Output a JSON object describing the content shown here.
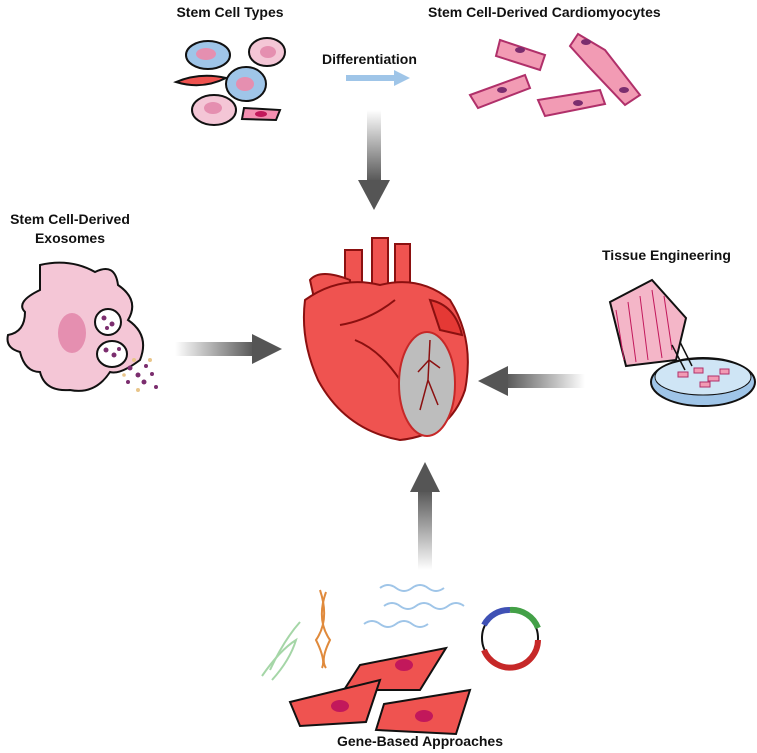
{
  "labels": {
    "stem_cell_types": "Stem Cell Types",
    "differentiation": "Differentiation",
    "cardiomyocytes": "Stem Cell-Derived Cardiomyocytes",
    "exosomes_line1": "Stem Cell-Derived",
    "exosomes_line2": "Exosomes",
    "tissue_engineering": "Tissue Engineering",
    "gene_based": "Gene-Based Approaches"
  },
  "colors": {
    "heart_red": "#ef5350",
    "heart_dark": "#c62828",
    "cell_pink": "#f4b6c8",
    "cell_blue": "#9fc5e8",
    "cardio_pink": "#f29bb4",
    "exosome_purple": "#7b2d6e",
    "arrow_gray": "#555555",
    "diff_arrow_blue": "#9fc5e8"
  }
}
